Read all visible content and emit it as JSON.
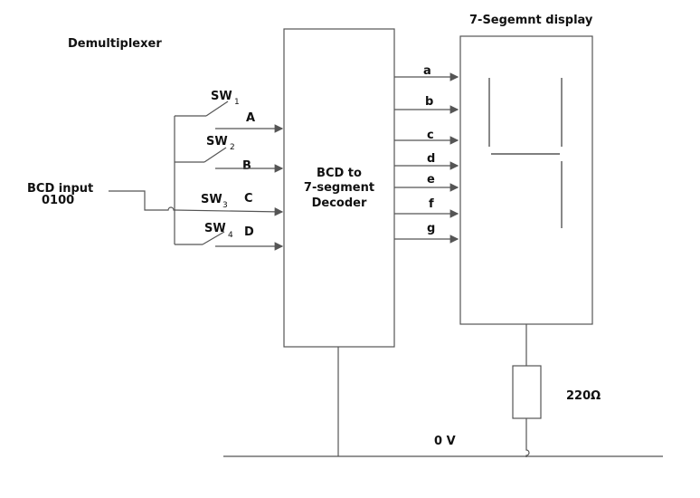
{
  "title": "Demultiplexer",
  "display_title": "7-Segemnt display",
  "bcd_input": {
    "label": "BCD input",
    "value": "0100"
  },
  "switches": [
    {
      "name": "SW",
      "sub": "1",
      "line": "A"
    },
    {
      "name": "SW",
      "sub": "2",
      "line": "B"
    },
    {
      "name": "SW",
      "sub": "3",
      "line": "C"
    },
    {
      "name": "SW",
      "sub": "4",
      "line": "D"
    }
  ],
  "decoder": {
    "line1": "BCD to",
    "line2": "7-segment",
    "line3": "Decoder"
  },
  "segments": [
    "a",
    "b",
    "c",
    "d",
    "e",
    "f",
    "g"
  ],
  "resistor": "220Ω",
  "ground": "0 V",
  "colors": {
    "wire": "#555555",
    "text": "#111111"
  }
}
